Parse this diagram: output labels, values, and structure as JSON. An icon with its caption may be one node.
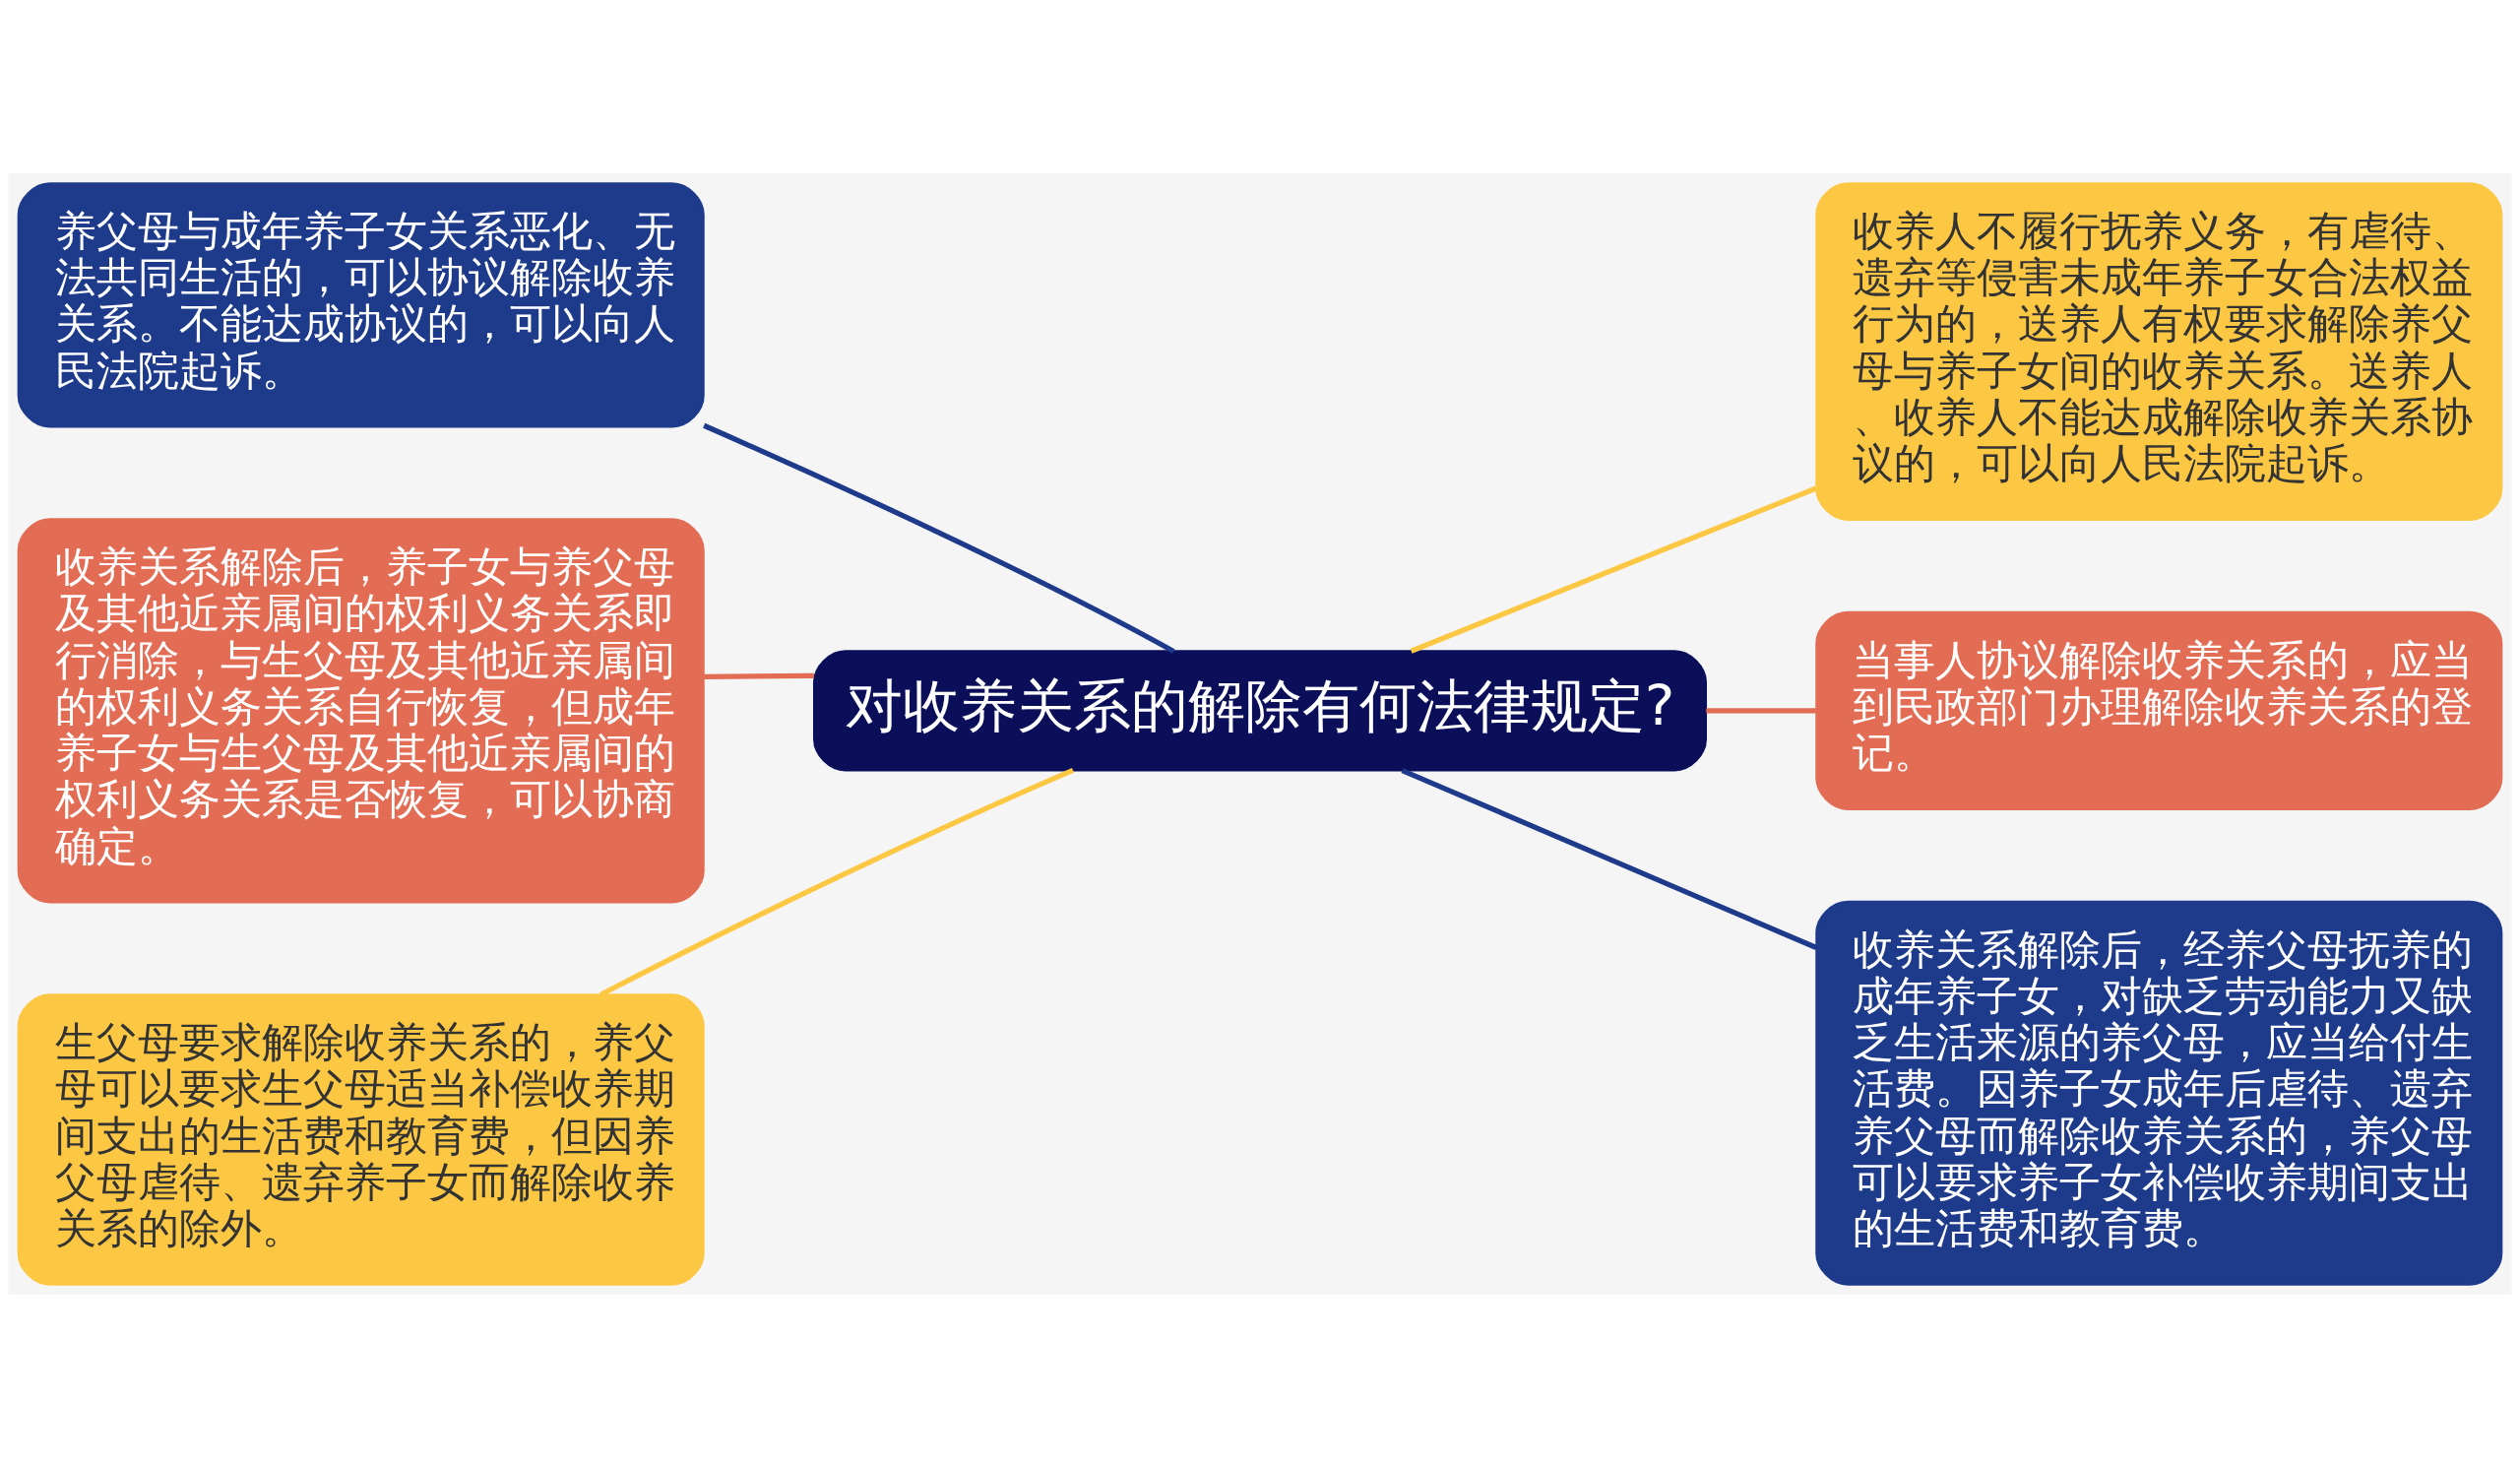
{
  "diagram": {
    "nodes": [
      {
        "text": [
          "对收养关系的解除有何法律规定?"
        ]
      },
      {
        "text": [
          "养父母与成年养子女关系恶化、无法共同生活的，可以协议解除收养关系。不能达成协议的，可以向人民法院起诉。"
        ]
      },
      {
        "text": [
          "收养关系解除后，养子女与养父母及其他近亲属间的权利义务关系即行消除，与生父母及其他近亲属间的权利义务关系自行恢复，但成年养子女与生父母及其他近亲属间的权利义务关系是否恢复，可以协商确定。"
        ]
      },
      {
        "text": [
          "生父母要求解除收养关系的，养父母可以要求生父母适当补偿收养期间支出的生活费和教育费，但因养父母虐待、遗弃养子女而解除收养关系的除外。"
        ]
      },
      {
        "text": [
          "收养人不履行抚养义务，有虐待、遗弃等侵害未成年养子女合法权益行为的，送养人有权要求解除养父母与养子女间的收养关系。送养人、收养人不能达成解除收养关系协议的，可以向人民法院起诉。"
        ]
      },
      {
        "text": [
          "当事人协议解除收养关系的，应当到民政部门办理解除收养关系的登记。"
        ]
      },
      {
        "text": [
          "收养关系解除后，经养父母抚养的成年养子女，对缺乏劳动能力又缺乏生活来源的养父母，应当给付生活费。因养子女成年后虐待、遗弃养父母而解除收养关系的，养父母可以要求养子女补偿收养期间支出的生活费和教育费。"
        ]
      }
    ],
    "edges": [
      {
        "from": 0,
        "to": 1,
        "arrow": "none",
        "color": "#1e3a8a"
      },
      {
        "from": 0,
        "to": 2,
        "arrow": "none",
        "color": "#e36c55"
      },
      {
        "from": 0,
        "to": 3,
        "arrow": "none",
        "color": "#fcc844"
      },
      {
        "from": 0,
        "to": 4,
        "arrow": "none",
        "color": "#fcc844"
      },
      {
        "from": 0,
        "to": 5,
        "arrow": "none",
        "color": "#e36c55"
      },
      {
        "from": 0,
        "to": 6,
        "arrow": "none",
        "color": "#1e3a8a"
      }
    ]
  }
}
